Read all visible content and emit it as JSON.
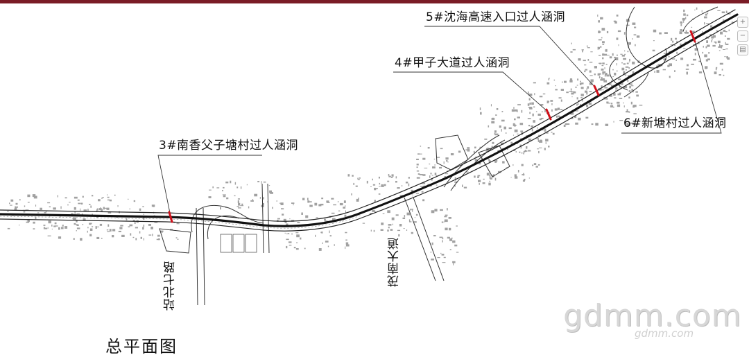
{
  "callouts": {
    "c3": "3#南香父子塘村过人涵洞",
    "c4": "4#甲子大道过人涵洞",
    "c5": "5#沈海高速入口过人涵洞",
    "c6": "6#新塘村过人涵洞"
  },
  "roads": {
    "zhanbei": "站北七路",
    "maonan": "茂南大道"
  },
  "title": "总平面图",
  "watermark": {
    "main": "gdmm.com",
    "sub": "gdmm.com"
  },
  "colors": {
    "frame": "#7a1c26",
    "culvert_marker": "#d0101a",
    "linework": "#222222"
  },
  "icons": [
    "zoom-in-icon",
    "zoom-out-icon",
    "layers-icon"
  ]
}
